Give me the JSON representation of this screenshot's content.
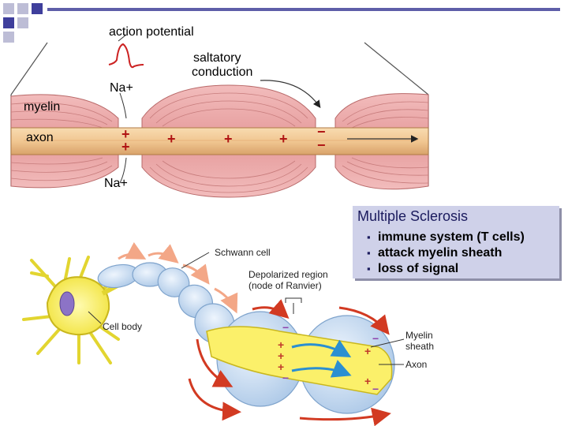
{
  "top_diagram": {
    "action_potential": "action potential",
    "saltatory": "saltatory",
    "conduction": "conduction",
    "na_top": "Na+",
    "myelin": "myelin",
    "axon": "axon",
    "na_bottom": "Na+"
  },
  "info_box": {
    "title": "Multiple Sclerosis",
    "items": [
      "immune system (T cells)",
      "attack myelin sheath",
      "loss of signal"
    ]
  },
  "bottom_diagram": {
    "schwann_cell": "Schwann cell",
    "depolarized_1": "Depolarized region",
    "depolarized_2": "(node of Ranvier)",
    "cell_body": "Cell body",
    "myelin_1": "Myelin",
    "myelin_2": "sheath",
    "axon": "Axon"
  },
  "colors": {
    "deco_blue": "#3f3f9c",
    "deco_gray": "#bdbdd6",
    "myelin_pink": "#e8a4a4",
    "axon_tan": "#f1c792",
    "node_yellow": "#fbf06a",
    "schwann_blue": "#cfe1f4",
    "arrow_red": "#d23a22",
    "box_bg": "#cfd1e9"
  }
}
